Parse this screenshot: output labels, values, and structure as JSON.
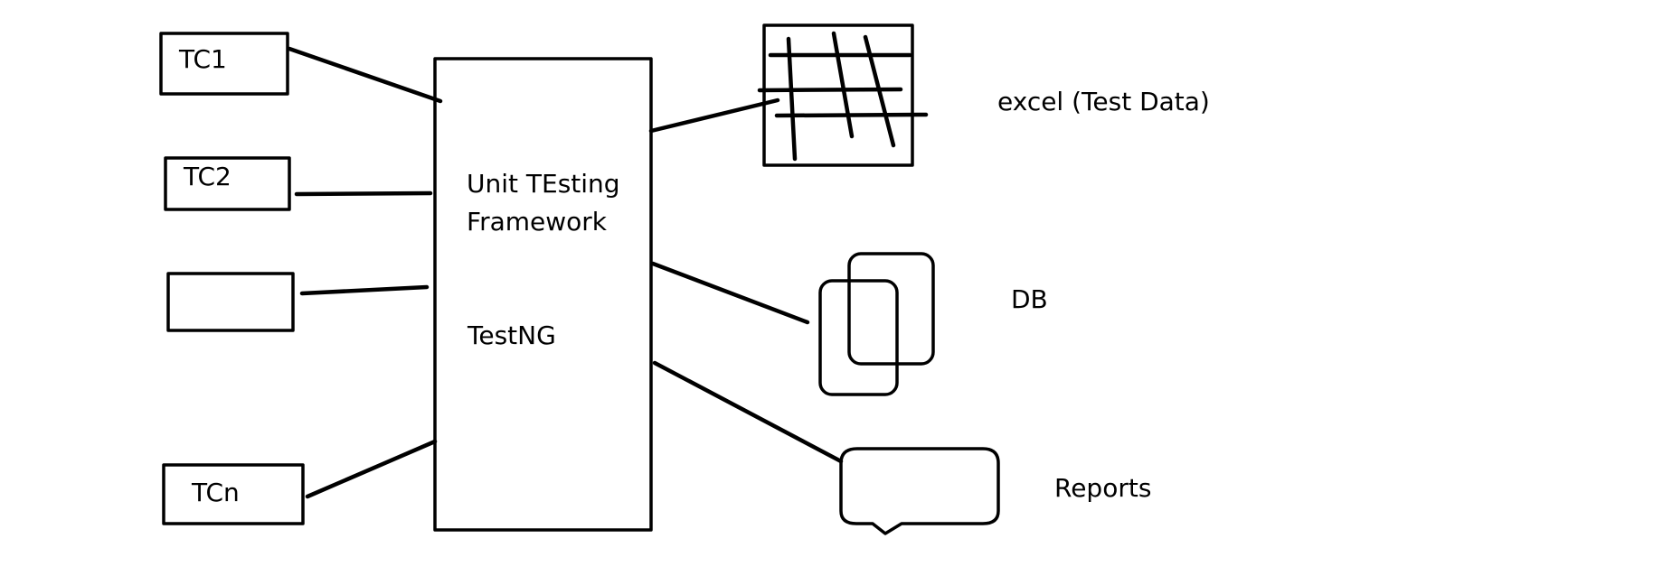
{
  "diagram": {
    "test_cases": [
      {
        "label": "TC1"
      },
      {
        "label": "TC2"
      },
      {
        "label": ""
      },
      {
        "label": "TCn"
      }
    ],
    "framework": {
      "line1": "Unit TEsting",
      "line2": "Framework",
      "name": "TestNG"
    },
    "resources": {
      "excel": "excel (Test Data)",
      "db": "DB",
      "reports": "Reports"
    }
  }
}
